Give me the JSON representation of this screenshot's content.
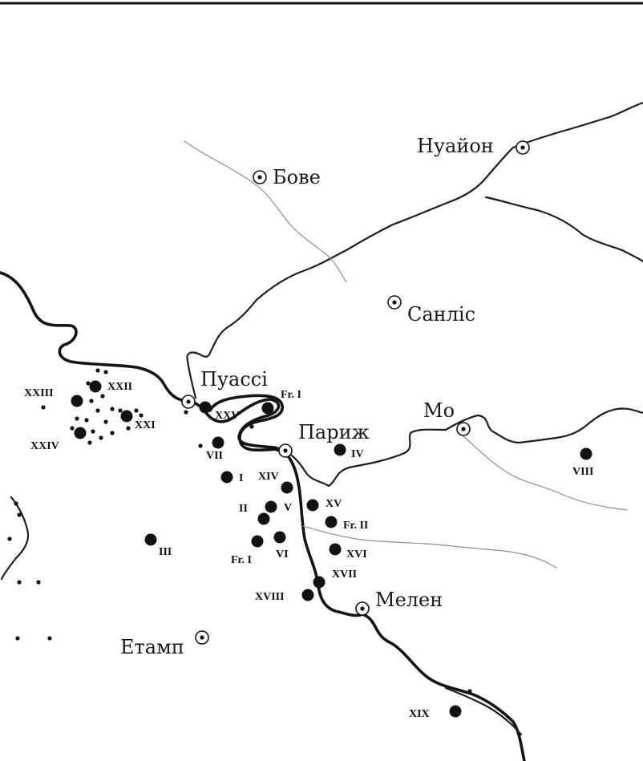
{
  "cities": [
    {
      "id": "noyon",
      "name": "Нуайон"
    },
    {
      "id": "beauvais",
      "name": "Бове"
    },
    {
      "id": "senlis",
      "name": "Санліс"
    },
    {
      "id": "poissy",
      "name": "Пуассі"
    },
    {
      "id": "paris",
      "name": "Париж"
    },
    {
      "id": "meaux",
      "name": "Мо"
    },
    {
      "id": "melun",
      "name": "Мелен"
    },
    {
      "id": "etampes",
      "name": "Етамп"
    }
  ],
  "sites": [
    {
      "id": "s-xxiii",
      "label": "XXIII"
    },
    {
      "id": "s-xxii",
      "label": "XXII"
    },
    {
      "id": "s-xxi",
      "label": "XXI"
    },
    {
      "id": "s-xxiv",
      "label": "XXIV"
    },
    {
      "id": "s-xxv",
      "label": "XXV"
    },
    {
      "id": "s-fr-i-north",
      "label": "Fr. I"
    },
    {
      "id": "s-vii",
      "label": "VII"
    },
    {
      "id": "s-i",
      "label": "I"
    },
    {
      "id": "s-xiv",
      "label": "XIV"
    },
    {
      "id": "s-iv",
      "label": "IV"
    },
    {
      "id": "s-ii",
      "label": "II"
    },
    {
      "id": "s-v",
      "label": "V"
    },
    {
      "id": "s-xv",
      "label": "XV"
    },
    {
      "id": "s-fr-ii",
      "label": "Fr. II"
    },
    {
      "id": "s-iii",
      "label": "III"
    },
    {
      "id": "s-fr-i-south",
      "label": "Fr. I"
    },
    {
      "id": "s-vi",
      "label": "VI"
    },
    {
      "id": "s-xvi",
      "label": "XVI"
    },
    {
      "id": "s-xvii",
      "label": "XVII"
    },
    {
      "id": "s-xviii",
      "label": "XVIII"
    },
    {
      "id": "s-viii",
      "label": "VIII"
    },
    {
      "id": "s-xix",
      "label": "XIX"
    }
  ],
  "colors": {
    "ink": "#141414",
    "minor_river": "#8e8e8e",
    "background": "#ffffff"
  }
}
